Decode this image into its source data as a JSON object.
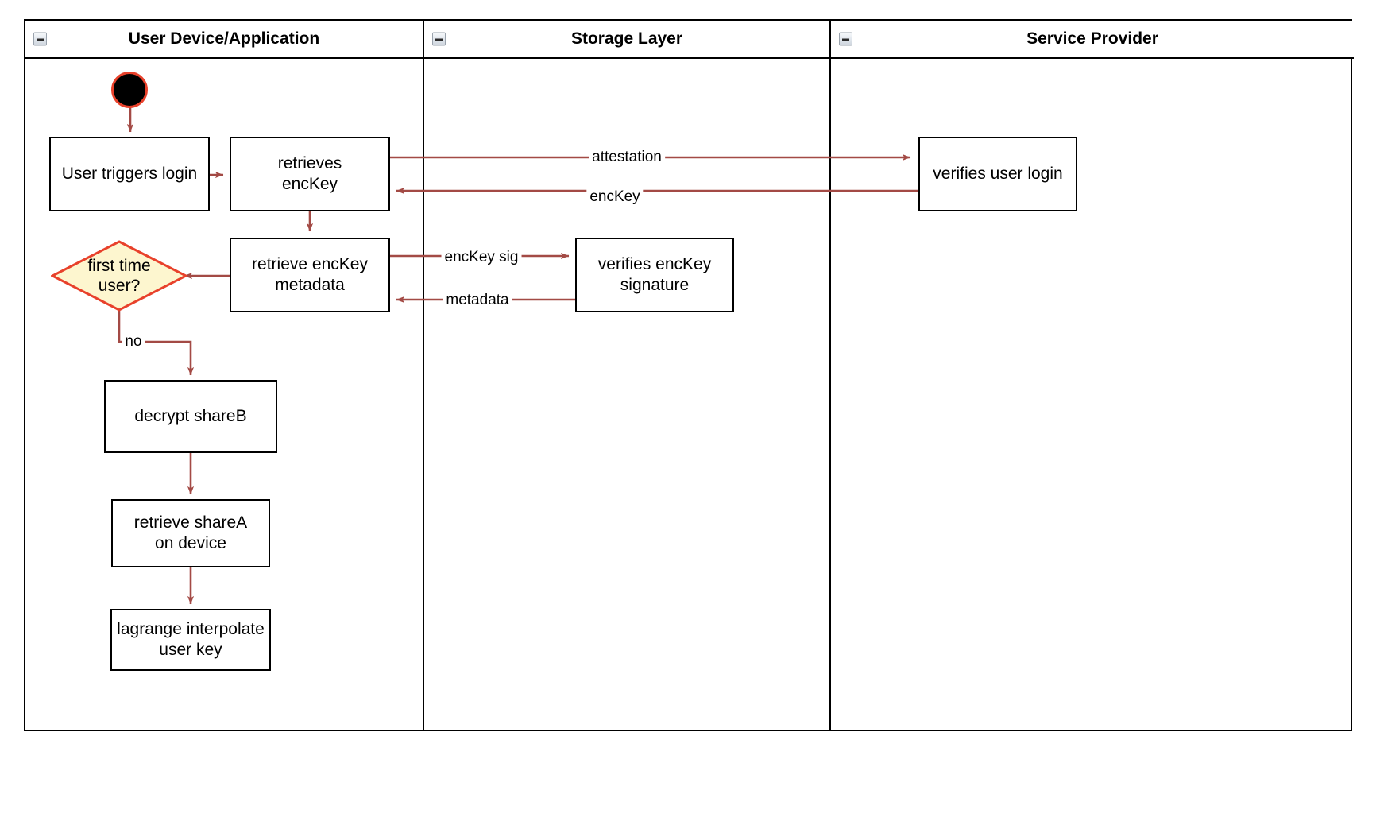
{
  "diagram": {
    "type": "swimlane-activity-diagram",
    "background": "#ffffff",
    "edge_color": "#a34a45",
    "node_border_color": "#000000",
    "decision_fill": "#fdf6cf",
    "decision_border": "#e8412b",
    "start_fill": "#000000",
    "start_border": "#e8412b"
  },
  "lanes": [
    {
      "id": "user-device",
      "title": "User Device/Application",
      "collapse_icon": "collapse-minus-icon"
    },
    {
      "id": "storage-layer",
      "title": "Storage Layer",
      "collapse_icon": "collapse-minus-icon"
    },
    {
      "id": "service-provider",
      "title": "Service Provider",
      "collapse_icon": "collapse-minus-icon"
    }
  ],
  "nodes": [
    {
      "id": "start",
      "lane": "user-device",
      "shape": "start-circle",
      "label": ""
    },
    {
      "id": "user-triggers-login",
      "lane": "user-device",
      "shape": "rect",
      "label": "User triggers login"
    },
    {
      "id": "retrieves-enckey",
      "lane": "user-device",
      "shape": "rect",
      "label": "retrieves\nencKey"
    },
    {
      "id": "retrieve-enckey-metadata",
      "lane": "user-device",
      "shape": "rect",
      "label": "retrieve encKey\nmetadata"
    },
    {
      "id": "first-time-user",
      "lane": "user-device",
      "shape": "diamond",
      "label": "first time\nuser?"
    },
    {
      "id": "decrypt-shareb",
      "lane": "user-device",
      "shape": "rect",
      "label": "decrypt shareB"
    },
    {
      "id": "retrieve-sharea-on-device",
      "lane": "user-device",
      "shape": "rect",
      "label": "retrieve shareA\non device"
    },
    {
      "id": "lagrange-interpolate-user-key",
      "lane": "user-device",
      "shape": "rect",
      "label": "lagrange interpolate\nuser key"
    },
    {
      "id": "verifies-enckey-signature",
      "lane": "storage-layer",
      "shape": "rect",
      "label": "verifies encKey\nsignature"
    },
    {
      "id": "verifies-user-login",
      "lane": "service-provider",
      "shape": "rect",
      "label": "verifies user login"
    }
  ],
  "edges": [
    {
      "id": "e-start-login",
      "from": "start",
      "to": "user-triggers-login",
      "label": ""
    },
    {
      "id": "e-login-retrieves",
      "from": "user-triggers-login",
      "to": "retrieves-enckey",
      "label": ""
    },
    {
      "id": "e-attestation",
      "from": "retrieves-enckey",
      "to": "verifies-user-login",
      "label": "attestation"
    },
    {
      "id": "e-enckey-back",
      "from": "verifies-user-login",
      "to": "retrieves-enckey",
      "label": "encKey"
    },
    {
      "id": "e-retrieves-metadata",
      "from": "retrieves-enckey",
      "to": "retrieve-enckey-metadata",
      "label": ""
    },
    {
      "id": "e-enckey-sig",
      "from": "retrieve-enckey-metadata",
      "to": "verifies-enckey-signature",
      "label": "encKey sig"
    },
    {
      "id": "e-metadata",
      "from": "verifies-enckey-signature",
      "to": "retrieve-enckey-metadata",
      "label": "metadata"
    },
    {
      "id": "e-metadata-decision",
      "from": "retrieve-enckey-metadata",
      "to": "first-time-user",
      "label": ""
    },
    {
      "id": "e-no",
      "from": "first-time-user",
      "to": "decrypt-shareb",
      "label": "no"
    },
    {
      "id": "e-decrypt-sharea",
      "from": "decrypt-shareb",
      "to": "retrieve-sharea-on-device",
      "label": ""
    },
    {
      "id": "e-sharea-lagrange",
      "from": "retrieve-sharea-on-device",
      "to": "lagrange-interpolate-user-key",
      "label": ""
    }
  ],
  "labels": {
    "attestation": "attestation",
    "enckey": "encKey",
    "enckey_sig": "encKey sig",
    "metadata": "metadata",
    "no": "no"
  }
}
